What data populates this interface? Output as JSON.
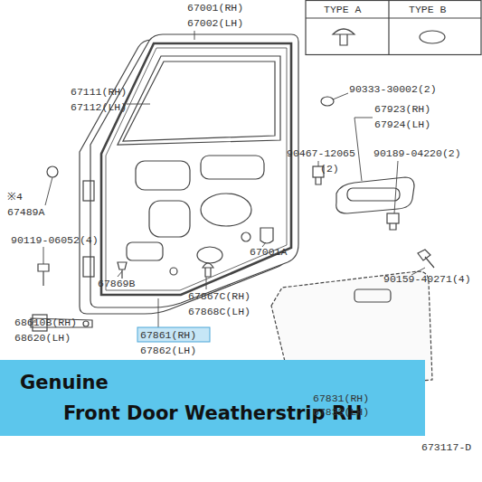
{
  "diagram": {
    "nodes": [
      {
        "text": [
          "Genuine",
          "Front Door Weatherstrip RH"
        ]
      }
    ],
    "labels": [
      "67001(RH)",
      "67002(LH)",
      "TYPE A",
      "TYPE B",
      "67111(RH)",
      "67112(LH)",
      "90333-30002(2)",
      "67923(RH)",
      "67924(LH)",
      "90467-12065",
      "(2)",
      "90189-04220(2)",
      "※4",
      "67489A",
      "90119-06052(4)",
      "67001A",
      "90159-40271(4)",
      "67869B",
      "67867C(RH)",
      "67868C(LH)",
      "68610B(RH)",
      "68620(LH)",
      "67861(RH)",
      "67862(LH)",
      "67831(RH)",
      "67832(LH)",
      "673117-D"
    ]
  }
}
